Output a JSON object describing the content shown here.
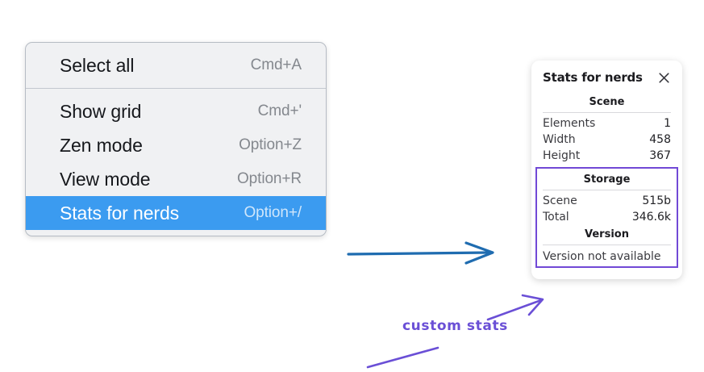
{
  "context_menu": {
    "name": "canvas-context-menu",
    "sections": [
      {
        "items": [
          {
            "label": "Select all",
            "shortcut": "Cmd+A",
            "selected": false
          }
        ]
      },
      {
        "items": [
          {
            "label": "Show grid",
            "shortcut": "Cmd+'",
            "selected": false
          },
          {
            "label": "Zen mode",
            "shortcut": "Option+Z",
            "selected": false
          },
          {
            "label": "View mode",
            "shortcut": "Option+R",
            "selected": false
          },
          {
            "label": "Stats for nerds",
            "shortcut": "Option+/",
            "selected": true
          }
        ]
      }
    ]
  },
  "stats_panel": {
    "title": "Stats for nerds",
    "close_icon": "close-icon",
    "scene": {
      "heading": "Scene",
      "rows": [
        {
          "label": "Elements",
          "value": "1"
        },
        {
          "label": "Width",
          "value": "458"
        },
        {
          "label": "Height",
          "value": "367"
        }
      ]
    },
    "storage": {
      "heading": "Storage",
      "rows": [
        {
          "label": "Scene",
          "value": "515b"
        },
        {
          "label": "Total",
          "value": "346.6k"
        }
      ]
    },
    "version": {
      "heading": "Version",
      "text": "Version not available"
    }
  },
  "annotations": {
    "custom_stats_label": "custom stats",
    "arrow_blue_color": "#1f6cb0",
    "arrow_purple_color": "#6a4fd6",
    "highlight_box_color": "#7149d6"
  }
}
